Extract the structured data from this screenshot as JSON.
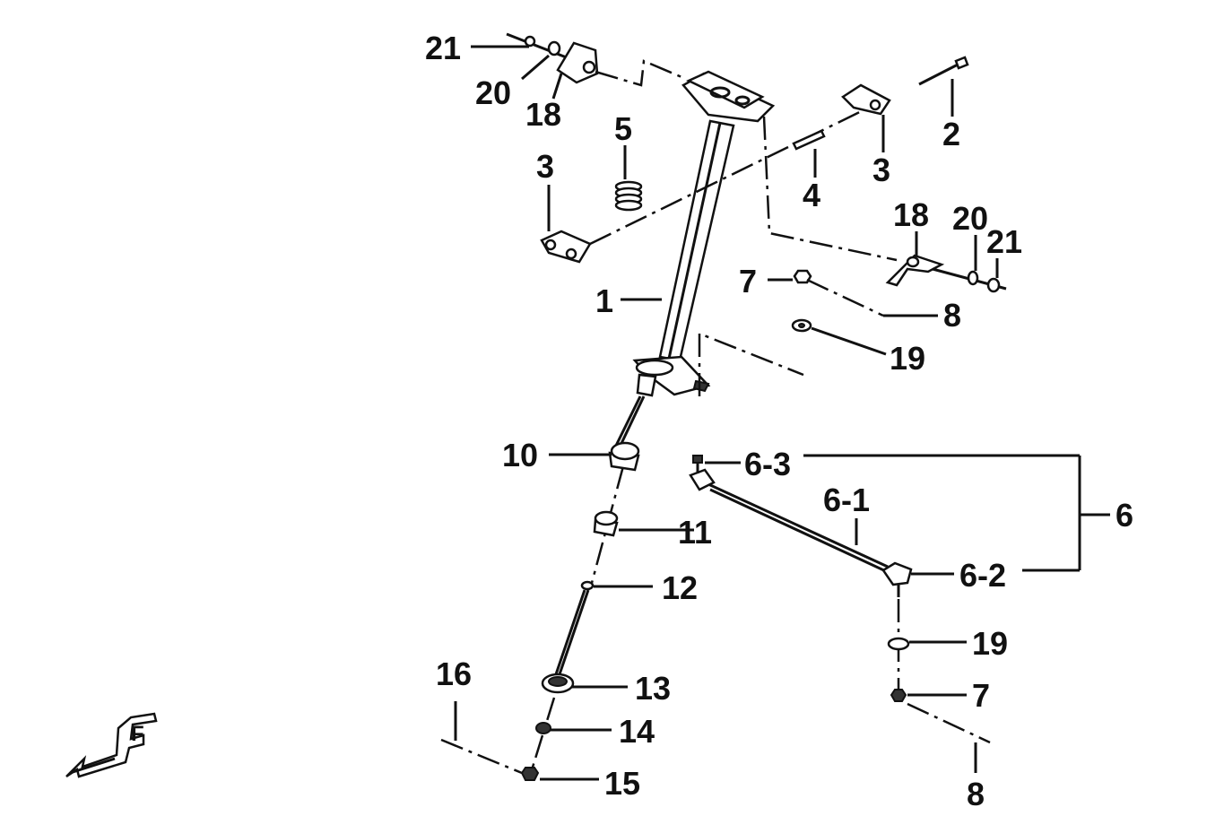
{
  "callouts": {
    "c21a": "21",
    "c20a": "20",
    "c18a": "18",
    "c5": "5",
    "c3a": "3",
    "c2": "2",
    "c3b": "3",
    "c4": "4",
    "c18b": "18",
    "c20b": "20",
    "c21b": "21",
    "c7a": "7",
    "c8a": "8",
    "c1": "1",
    "c19a": "19",
    "c10": "10",
    "c6_3": "6-3",
    "c6_1": "6-1",
    "c6": "6",
    "c6_2": "6-2",
    "c11": "11",
    "c12": "12",
    "c19b": "19",
    "c16": "16",
    "c13": "13",
    "c7b": "7",
    "c14": "14",
    "c15": "15",
    "c8b": "8"
  },
  "front_marker": {
    "letter": "F",
    "icon": "front-direction-arrow-icon"
  }
}
